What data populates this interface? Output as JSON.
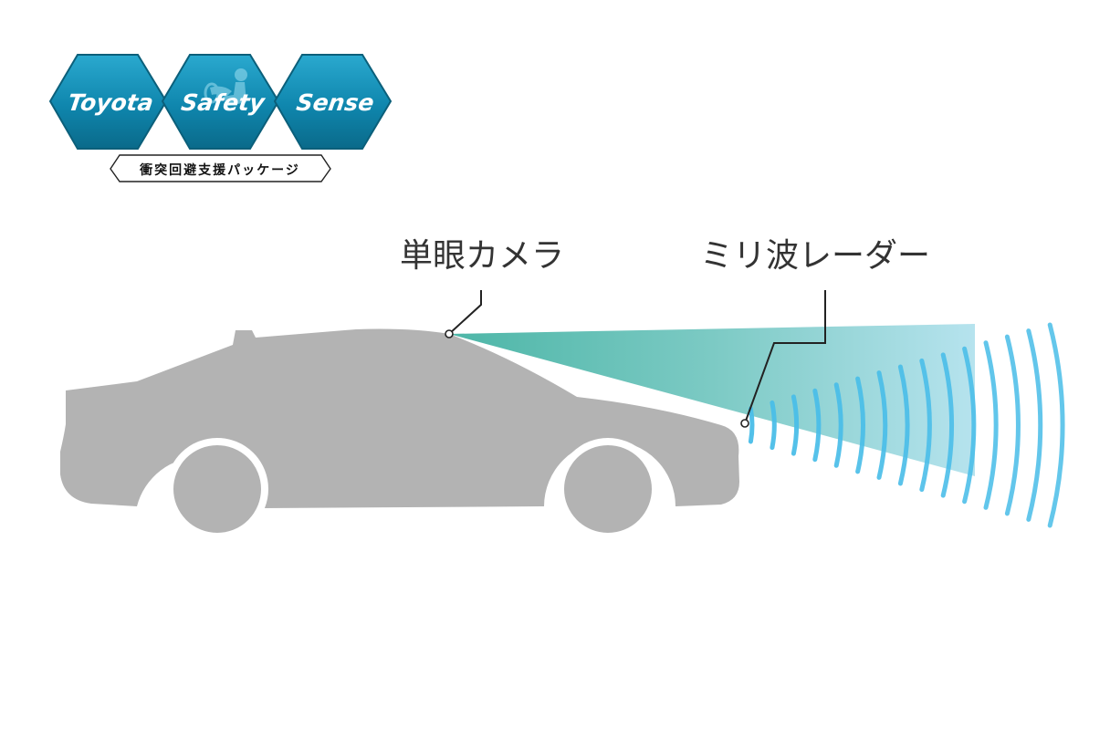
{
  "logo": {
    "words": [
      "Toyota",
      "Safety",
      "Sense"
    ],
    "tagline": "衝突回避支援パッケージ"
  },
  "callouts": {
    "camera": "単眼カメラ",
    "radar": "ミリ波レーダー"
  },
  "colors": {
    "hex_dark": "#0a6f8e",
    "hex_light": "#1b9cc0",
    "car_body": "#b3b3b3",
    "camera_cone": "#5bbcb0",
    "radar_wave": "#49bde8",
    "text": "#333333"
  },
  "icons": [
    "driver-silhouette-icon"
  ]
}
